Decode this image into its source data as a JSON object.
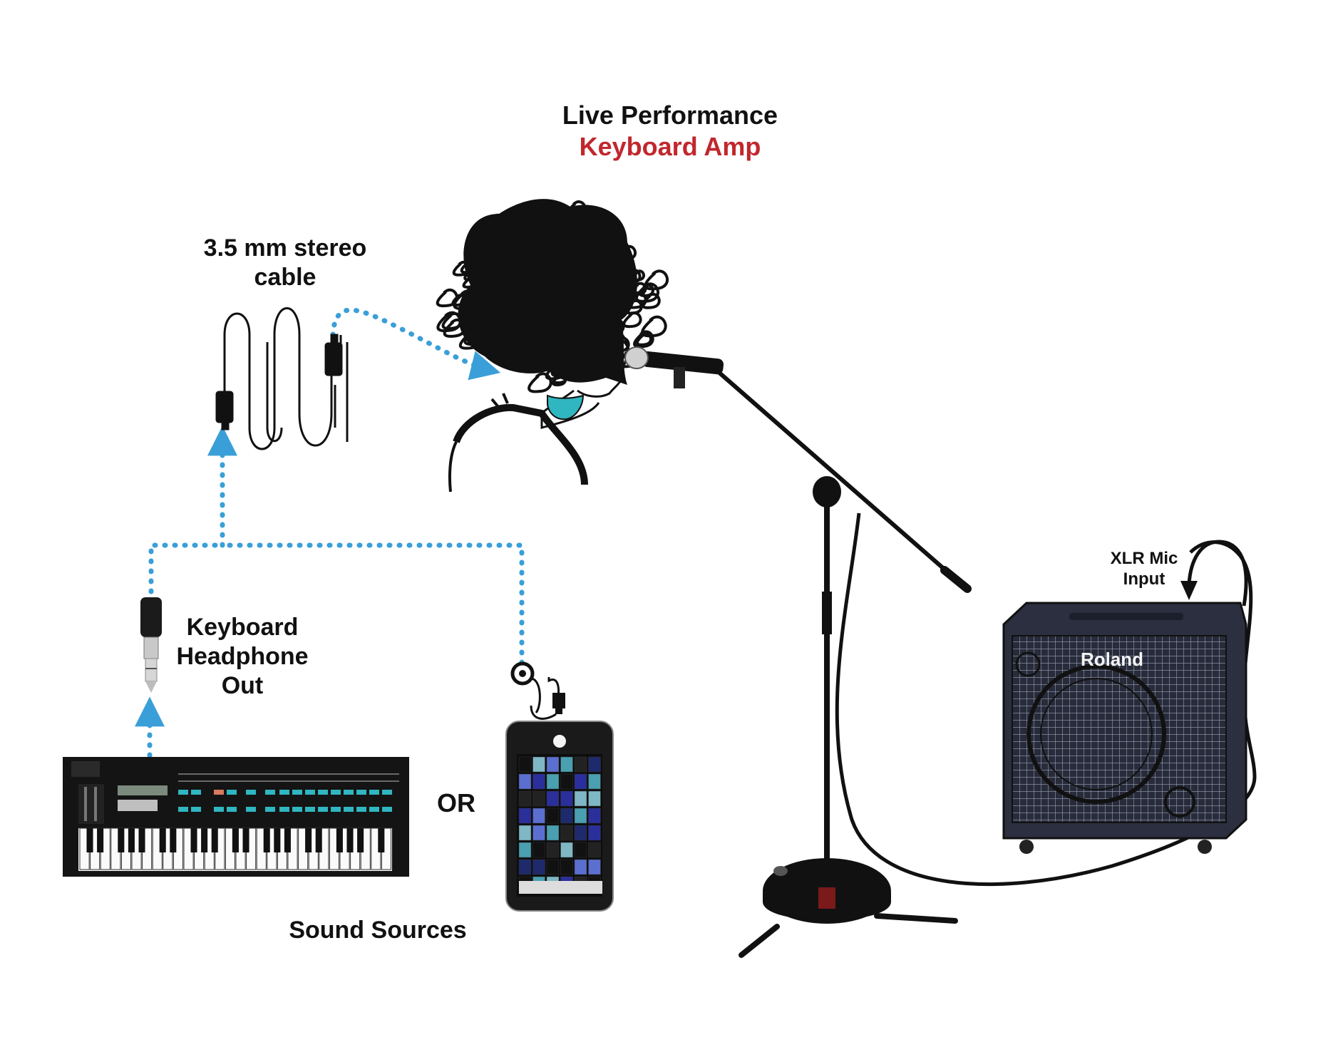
{
  "title": {
    "line1": "Live Performance",
    "line2": "Keyboard Amp"
  },
  "labels": {
    "cable": "3.5 mm stereo\ncable",
    "keyboard_out": "Keyboard\nHeadphone\nOut",
    "or": "OR",
    "sound_sources": "Sound Sources",
    "xlr": "XLR Mic\nInput",
    "amp_brand": "Roland"
  },
  "colors": {
    "accent_red": "#c1272d",
    "signal_blue": "#3a9fd8",
    "text": "#111111",
    "amp_body": "#2b2f3f",
    "pad_teal": "#4a9fb0",
    "pad_indigo": "#2b2f9c",
    "teal_key": "#2fb6c0"
  },
  "icons": {
    "cable": "coiled-cable-icon",
    "adapter": "headphone-jack-icon",
    "keyboard": "synth-keyboard-icon",
    "phone": "pad-controller-phone-icon",
    "performer": "singer-silhouette-icon",
    "mic": "microphone-icon",
    "stand": "boom-mic-stand-icon",
    "amp": "keyboard-amp-icon"
  }
}
